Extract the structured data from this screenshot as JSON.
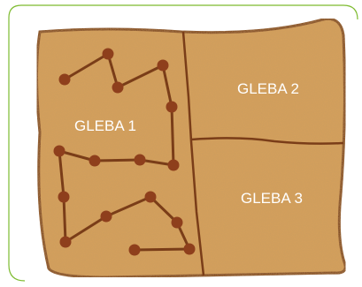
{
  "plots": [
    {
      "id": "gleba-1",
      "label": "GLEBA 1"
    },
    {
      "id": "gleba-2",
      "label": "GLEBA 2"
    },
    {
      "id": "gleba-3",
      "label": "GLEBA 3"
    }
  ],
  "colors": {
    "frame_border": "#7dbb2f",
    "land_fill": "#d6a05c",
    "land_edge": "#7a3d18",
    "division_line": "#7a3d18",
    "path_line": "#7a3d18",
    "path_node": "#8e3f1c",
    "label_text": "#ffffff"
  }
}
